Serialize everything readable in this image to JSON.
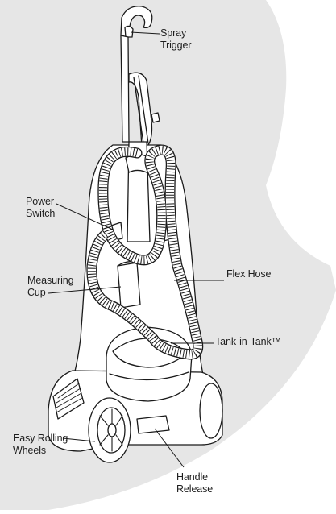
{
  "labels": {
    "spray_trigger": {
      "line1": "Spray",
      "line2": "Trigger"
    },
    "power_switch": {
      "line1": "Power",
      "line2": "Switch"
    },
    "measuring_cup": {
      "line1": "Measuring",
      "line2": "Cup"
    },
    "flex_hose": {
      "line1": "Flex Hose"
    },
    "tank_in_tank": {
      "line1": "Tank-in-Tank™"
    },
    "easy_rolling_wheels": {
      "line1": "Easy Rolling",
      "line2": "Wheels"
    },
    "handle_release": {
      "line1": "Handle",
      "line2": "Release"
    }
  },
  "colors": {
    "background_blob": "#e6e6e6",
    "line": "#1a1a1a",
    "fill": "#ffffff"
  }
}
